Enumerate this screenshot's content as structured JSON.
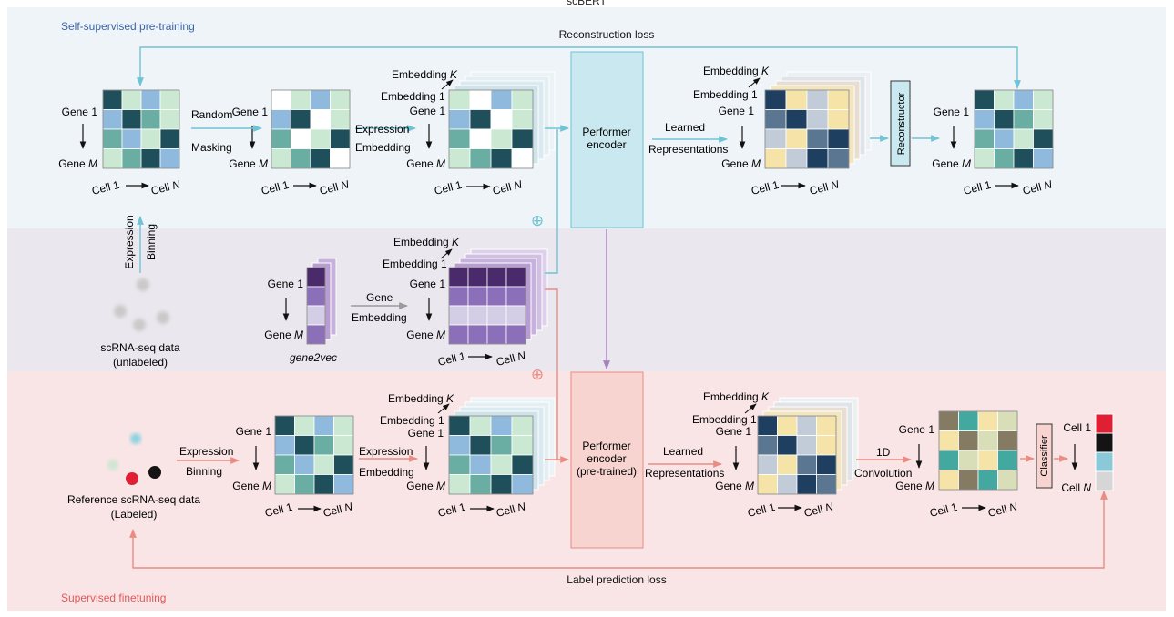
{
  "top_title": "scBERT",
  "sections": {
    "pretrain": "Self-supervised pre-training",
    "finetune": "Supervised finetuning"
  },
  "loss": {
    "reconstruction": "Reconstruction loss",
    "label_prediction": "Label prediction loss"
  },
  "labels": {
    "gene_1": "Gene 1",
    "gene_m_prefix": "Gene ",
    "m": "M",
    "cell_1": "Cell 1",
    "cell_n_prefix": "Cell ",
    "n": "N",
    "embedding_k_prefix": "Embedding ",
    "k": "K",
    "embedding_1": "Embedding 1"
  },
  "arrows": {
    "random": "Random",
    "masking": "Masking",
    "expression": "Expression",
    "embedding": "Embedding",
    "binning": "Binning",
    "learned": "Learned",
    "representations": "Representations",
    "gene": "Gene",
    "one_d": "1D",
    "convolution": "Convolution"
  },
  "boxes": {
    "encoder_line1": "Performer",
    "encoder_line2": "encoder",
    "pretrained_line3": "(pre-trained)",
    "reconstructor": "Reconstructor",
    "classifier": "Classifier"
  },
  "data": {
    "unlabeled_line1": "scRNA-seq data",
    "unlabeled_line2": "(unlabeled)",
    "gene2vec": "gene2vec",
    "labeled_line1": "Reference scRNA-seq data",
    "labeled_line2": "(Labeled)"
  },
  "plus_symbol": "⊕",
  "colors": {
    "pretrain_bg": "#eef4f8",
    "middle_bg": "#ebe7ee",
    "finetune_bg": "#f9e4e6",
    "teal_arrow": "#6ec3d4",
    "salmon_arrow": "#ea8c84",
    "purple_arrow": "#a583bd",
    "pretrain_title": "#3a64a8",
    "finetune_title": "#e05a5a",
    "encoder_fill": "#c9e8ef",
    "pretrained_fill": "#f7d4d0"
  }
}
